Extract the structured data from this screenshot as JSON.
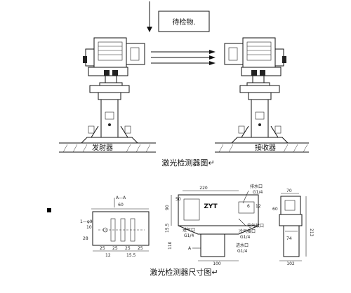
{
  "top_diagram": {
    "object_label": "待检物.",
    "transmitter_label": "发射器",
    "receiver_label": "接收器",
    "caption": "激光检测器图↵"
  },
  "bottom_diagram": {
    "caption": "激光检测器尺寸图↵",
    "brand": "ZYT",
    "left_view": {
      "label_a": "A—A",
      "dims": [
        "60",
        "10",
        "28",
        "25",
        "25",
        "25",
        "25",
        "12",
        "15.5"
      ],
      "note": "1—φ9"
    },
    "front_view": {
      "dims": [
        "220",
        "110",
        "90",
        "15.5",
        "50",
        "6",
        "12",
        "100"
      ],
      "callouts": [
        "排水口",
        "G1/4",
        "电气接口",
        "冷气接口",
        "G1/4",
        "进水口",
        "G1/4"
      ],
      "left_ports": [
        "进气口",
        "G1/4"
      ],
      "section_mark": "A"
    },
    "side_view": {
      "dims": [
        "70",
        "60",
        "213",
        "74",
        "102"
      ]
    }
  }
}
